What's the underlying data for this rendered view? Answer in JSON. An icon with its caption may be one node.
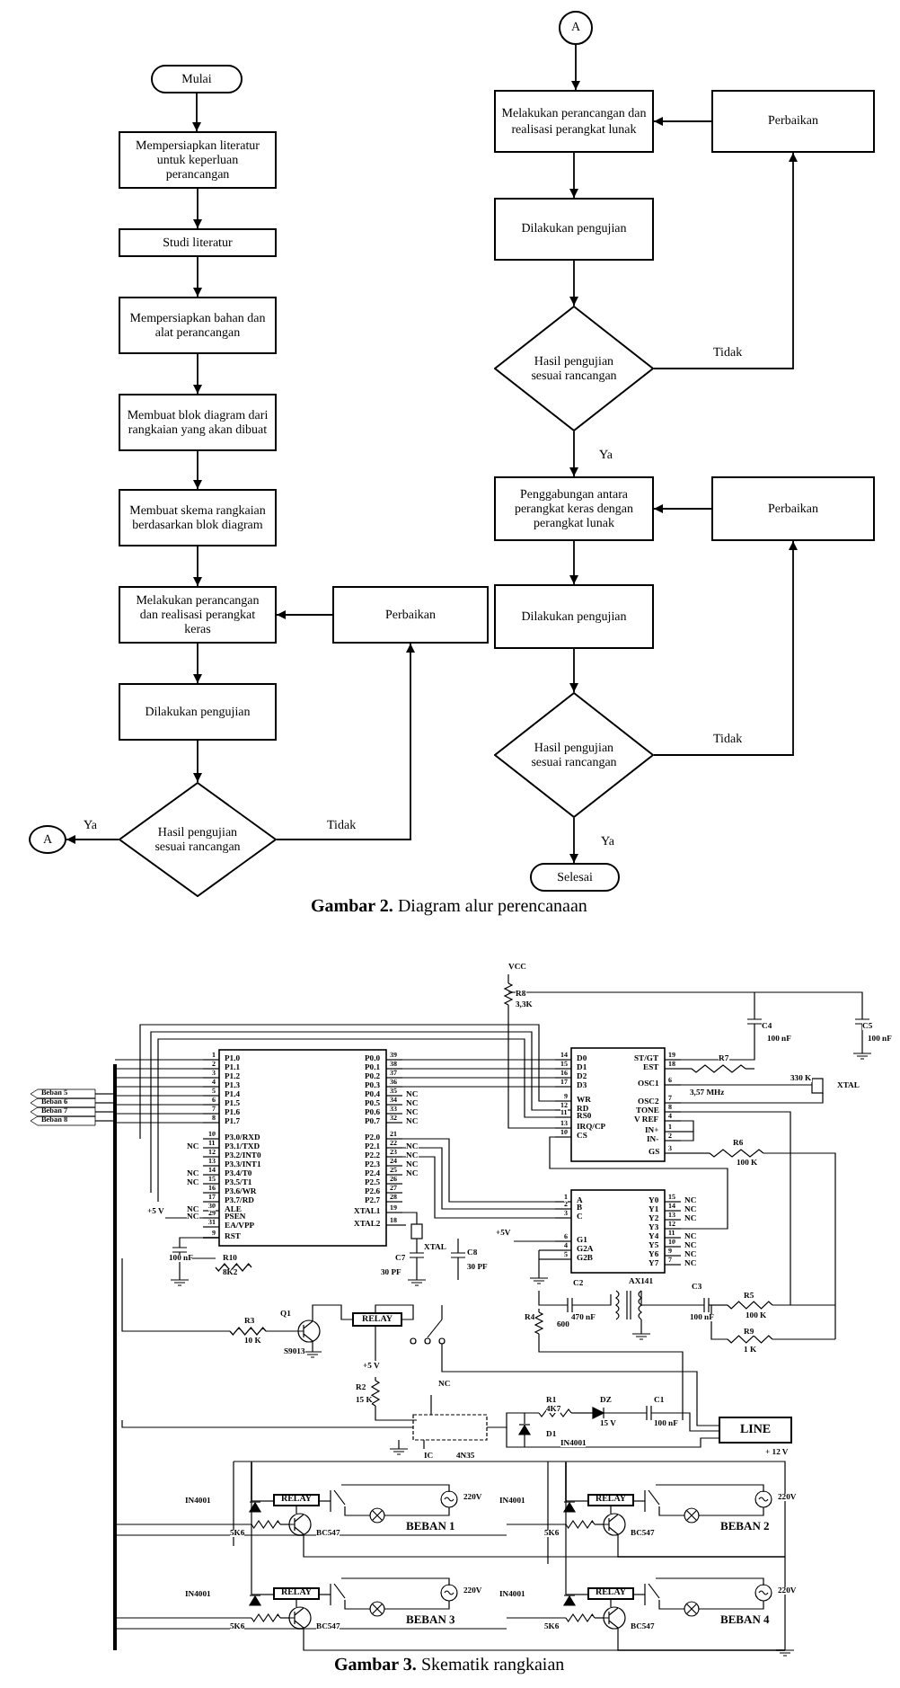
{
  "diagram": {
    "nodes": [
      {
        "text": [
          "Mulai"
        ]
      },
      {
        "text": [
          "Mempersiapkan literatur untuk keperluan perancangan"
        ]
      },
      {
        "text": [
          "Studi literatur"
        ]
      },
      {
        "text": [
          "Mempersiapkan bahan dan alat perancangan"
        ]
      },
      {
        "text": [
          "Membuat blok diagram dari rangkaian yang akan dibuat"
        ]
      },
      {
        "text": [
          "Membuat skema rangkaian berdasarkan blok diagram"
        ]
      },
      {
        "text": [
          "Melakukan perancangan dan realisasi perangkat keras"
        ]
      },
      {
        "text": [
          "Dilakukan pengujian"
        ]
      },
      {
        "text": [
          "Hasil pengujian sesuai rancangan"
        ]
      },
      {
        "text": [
          "Perbaikan"
        ]
      },
      {
        "text": [
          "A"
        ]
      },
      {
        "text": [
          "A"
        ]
      },
      {
        "text": [
          "Melakukan perancangan dan realisasi perangkat lunak"
        ]
      },
      {
        "text": [
          "Perbaikan"
        ]
      },
      {
        "text": [
          "Dilakukan pengujian"
        ]
      },
      {
        "text": [
          "Hasil pengujian sesuai rancangan"
        ]
      },
      {
        "text": [
          "Penggabungan antara perangkat keras dengan perangkat lunak"
        ]
      },
      {
        "text": [
          "Perbaikan"
        ]
      },
      {
        "text": [
          "Dilakukan pengujian"
        ]
      },
      {
        "text": [
          "Hasil pengujian sesuai rancangan"
        ]
      },
      {
        "text": [
          "Selesai"
        ]
      }
    ],
    "edges": [
      {
        "from": 0,
        "to": 1,
        "arrow": "to"
      },
      {
        "from": 1,
        "to": 2,
        "arrow": "to"
      },
      {
        "from": 2,
        "to": 3,
        "arrow": "to"
      },
      {
        "from": 3,
        "to": 4,
        "arrow": "to"
      },
      {
        "from": 4,
        "to": 5,
        "arrow": "to"
      },
      {
        "from": 5,
        "to": 6,
        "arrow": "to"
      },
      {
        "from": 6,
        "to": 7,
        "arrow": "to"
      },
      {
        "from": 7,
        "to": 8,
        "arrow": "to"
      },
      {
        "from": 8,
        "to": 10,
        "arrow": "to",
        "label": "Ya"
      },
      {
        "from": 8,
        "to": 9,
        "arrow": "to",
        "label": "Tidak"
      },
      {
        "from": 9,
        "to": 6,
        "arrow": "to"
      },
      {
        "from": 11,
        "to": 12,
        "arrow": "to"
      },
      {
        "from": 12,
        "to": 14,
        "arrow": "to"
      },
      {
        "from": 14,
        "to": 15,
        "arrow": "to"
      },
      {
        "from": 15,
        "to": 13,
        "arrow": "to",
        "label": "Tidak"
      },
      {
        "from": 13,
        "to": 12,
        "arrow": "to"
      },
      {
        "from": 15,
        "to": 16,
        "arrow": "to",
        "label": "Ya"
      },
      {
        "from": 16,
        "to": 18,
        "arrow": "to"
      },
      {
        "from": 18,
        "to": 19,
        "arrow": "to"
      },
      {
        "from": 19,
        "to": 17,
        "arrow": "to",
        "label": "Tidak"
      },
      {
        "from": 17,
        "to": 16,
        "arrow": "to"
      },
      {
        "from": 19,
        "to": 20,
        "arrow": "to",
        "label": "Ya"
      }
    ],
    "labels": [
      "**Gambar 2.** Diagram alur perencanaan",
      "VCC",
      "R8",
      "3,3K",
      "C4",
      "100 nF",
      "C5",
      "100 nF",
      "R7",
      "330 K",
      "3,57 MHz",
      "XTAL",
      "R6",
      "100 K",
      "+5 V",
      "XTAL",
      "100 nF",
      "R10",
      "C7",
      "8K2",
      "30 PF",
      "+5V",
      "C8",
      "30 PF",
      "C2",
      "AX141",
      "C3",
      "R5",
      "470 nF",
      "100 nF",
      "100 K",
      "Q1",
      "R3",
      "R4",
      "600",
      "R9",
      "10 K",
      "S9013",
      "1 K",
      "+5 V",
      "NC",
      "R2",
      "15 K",
      "R1",
      "DZ",
      "C1",
      "4K7",
      "15 V",
      "100 nF",
      "D1",
      "IN4001",
      "IC",
      "4N35",
      "+ 12 V",
      "IN4001",
      "220V",
      "5K6",
      "BC547",
      "BEBAN 1",
      "IN4001",
      "220V",
      "5K6",
      "BC547",
      "BEBAN 2",
      "IN4001",
      "220V",
      "5K6",
      "BC547",
      "BEBAN 3",
      "IN4001",
      "220V",
      "5K6",
      "BC547",
      "BEBAN 4",
      "Beban 5",
      "Beban 6",
      "Beban 7",
      "Beban 8",
      "P1.0",
      "P1.1",
      "P1.2",
      "P1.3",
      "P1.4",
      "P1.5",
      "P1.6",
      "P1.7",
      "P3.0/RXD",
      "P3.1/TXD",
      "P3.2/INT0",
      "P3.3/INT1",
      "P3.4/T0",
      "P3.5/T1",
      "P3.6/WR",
      "P3.7/RD",
      "ALE",
      "PSEN",
      "EA/VPP",
      "RST",
      "P0.0",
      "P0.1",
      "P0.2",
      "P0.3",
      "P0.4",
      "P0.5",
      "P0.6",
      "P0.7",
      "P2.0",
      "P2.1",
      "P2.2",
      "P2.3",
      "P2.4",
      "P2.5",
      "P2.6",
      "P2.7",
      "XTAL1",
      "XTAL2",
      "1",
      "2",
      "3",
      "4",
      "5",
      "6",
      "7",
      "8",
      "10",
      "11",
      "12",
      "13",
      "14",
      "15",
      "16",
      "17",
      "30",
      "29",
      "31",
      "9",
      "39",
      "38",
      "37",
      "36",
      "35",
      "34",
      "33",
      "32",
      "21",
      "22",
      "23",
      "24",
      "25",
      "26",
      "27",
      "28",
      "19",
      "18",
      "NC",
      "NC",
      "NC",
      "NC",
      "NC",
      "NC",
      "NC",
      "NC",
      "NC",
      "NC",
      "NC",
      "NC",
      "NC",
      "D0",
      "D1",
      "D2",
      "D3",
      "WR",
      "RD",
      "RS0",
      "IRQ/CP",
      "CS",
      "ST/GT",
      "EST",
      "OSC1",
      "OSC2",
      "TONE",
      "V REF",
      "IN+",
      "IN-",
      "GS",
      "14",
      "15",
      "16",
      "17",
      "9",
      "12",
      "11",
      "13",
      "10",
      "19",
      "18",
      "6",
      "7",
      "8",
      "4",
      "1",
      "2",
      "3",
      "A",
      "B",
      "C",
      "G1",
      "G2A",
      "G2B",
      "Y0",
      "Y1",
      "Y2",
      "Y3",
      "Y4",
      "Y5",
      "Y6",
      "Y7",
      "1",
      "2",
      "3",
      "6",
      "4",
      "5",
      "15",
      "14",
      "13",
      "12",
      "11",
      "10",
      "9",
      "7",
      "NC",
      "NC",
      "NC",
      "NC",
      "NC",
      "NC",
      "NC",
      "RELAY",
      "LINE",
      "RELAY",
      "RELAY",
      "RELAY",
      "RELAY",
      "**Gambar 3.** Skematik rangkaian"
    ]
  }
}
